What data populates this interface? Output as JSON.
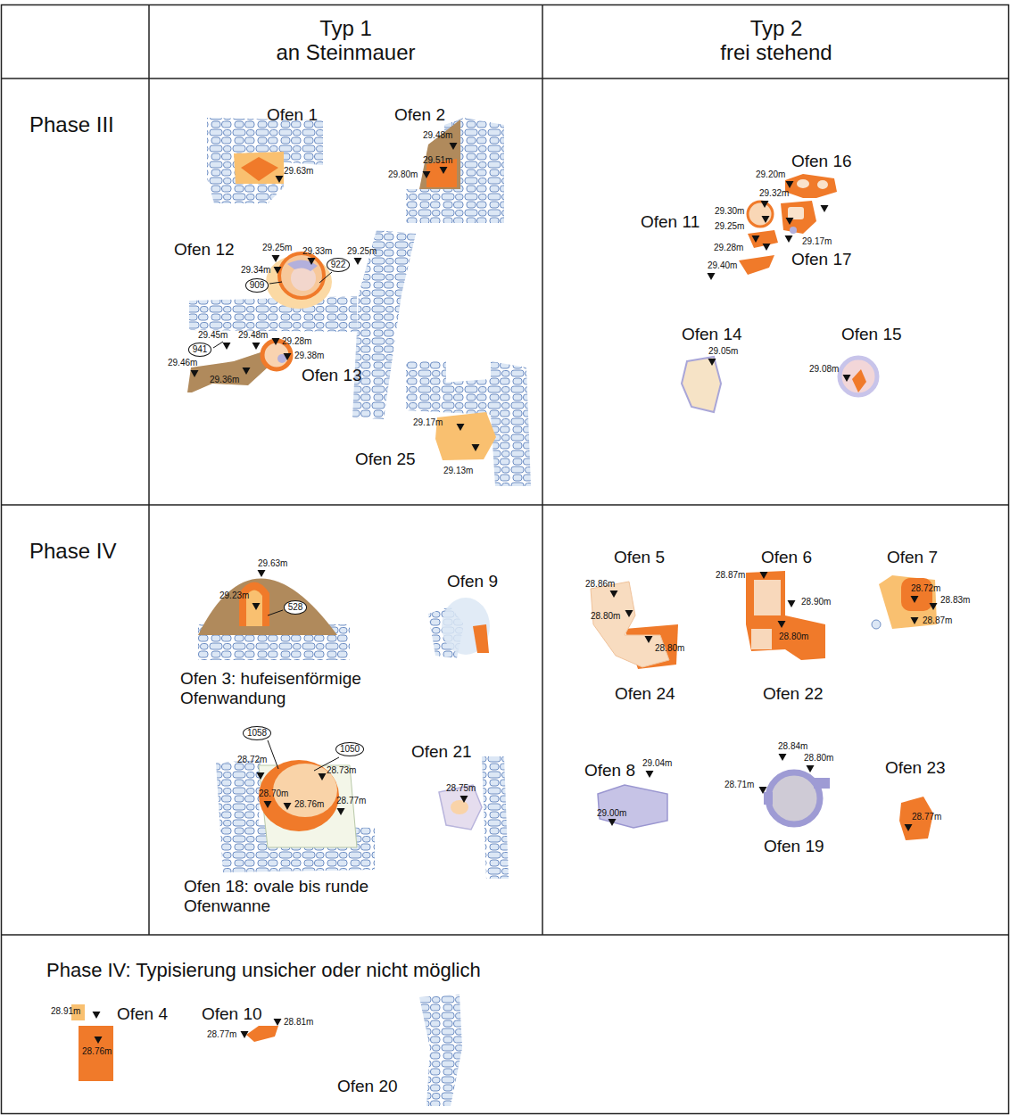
{
  "diagram": {
    "nodes": [
      {
        "text": [
          "Typ 1",
          "an Steinmauer"
        ]
      },
      {
        "text": [
          "Typ 2",
          "frei stehend"
        ]
      },
      {
        "text": [
          "Phase III"
        ]
      },
      {
        "text": [
          "Ofen 1",
          "Ofen 2",
          "29.63m",
          "29.48m",
          "29.51m",
          "29.80m",
          "Ofen 12",
          "29.25m",
          "29.33m",
          "29.25m",
          "29.34m",
          "29.45m",
          "29.48m",
          "29.28m",
          "29.46m",
          "29.38m",
          "29.36m",
          "Ofen 13",
          "29.17m",
          "Ofen 25",
          "29.13m"
        ]
      },
      {
        "text": [
          "922"
        ],
        "in": 3
      },
      {
        "text": [
          "909"
        ],
        "in": 3
      },
      {
        "text": [
          "941"
        ],
        "in": 3
      },
      {
        "text": [
          "Ofen 16",
          "29.20m",
          "29.32m",
          "Ofen 11",
          "29.30m",
          "29.25m",
          "29.17m",
          "29.28m",
          "Ofen 17",
          "29.40m",
          "Ofen 14",
          "29.05m",
          "Ofen 15",
          "29.08m"
        ]
      },
      {
        "text": [
          "Phase IV"
        ]
      },
      {
        "text": [
          "29.63m",
          "29.23m",
          "Ofen 9",
          "Ofen 3: hufeisenförmige Ofenwandung",
          "28.72m",
          "28.73m",
          "28.70m",
          "28.76m",
          "28.77m",
          "Ofen 21",
          "28.75m",
          "Ofen 18: ovale bis runde Ofenwanne"
        ]
      },
      {
        "text": [
          "528"
        ],
        "in": 9
      },
      {
        "text": [
          "1058"
        ],
        "in": 9
      },
      {
        "text": [
          "1050"
        ],
        "in": 9
      },
      {
        "text": [
          "Ofen 5",
          "Ofen 6",
          "Ofen 7",
          "28.86m",
          "28.87m",
          "28.72m",
          "28.83m",
          "28.80m",
          "28.90m",
          "28.87m",
          "28.80m",
          "28.80m",
          "Ofen 24",
          "Ofen 22",
          "Ofen 8",
          "28.84m",
          "28.80m",
          "Ofen 23",
          "29.04m",
          "28.71m",
          "29.00m",
          "28.77m",
          "Ofen 19"
        ]
      },
      {
        "text": [
          "Phase IV: Typisierung unsicher oder nicht möglich",
          "28.91m",
          "Ofen 4",
          "Ofen 10",
          "28.81m",
          "28.76m",
          "28.77m",
          "Ofen 20"
        ]
      }
    ]
  }
}
